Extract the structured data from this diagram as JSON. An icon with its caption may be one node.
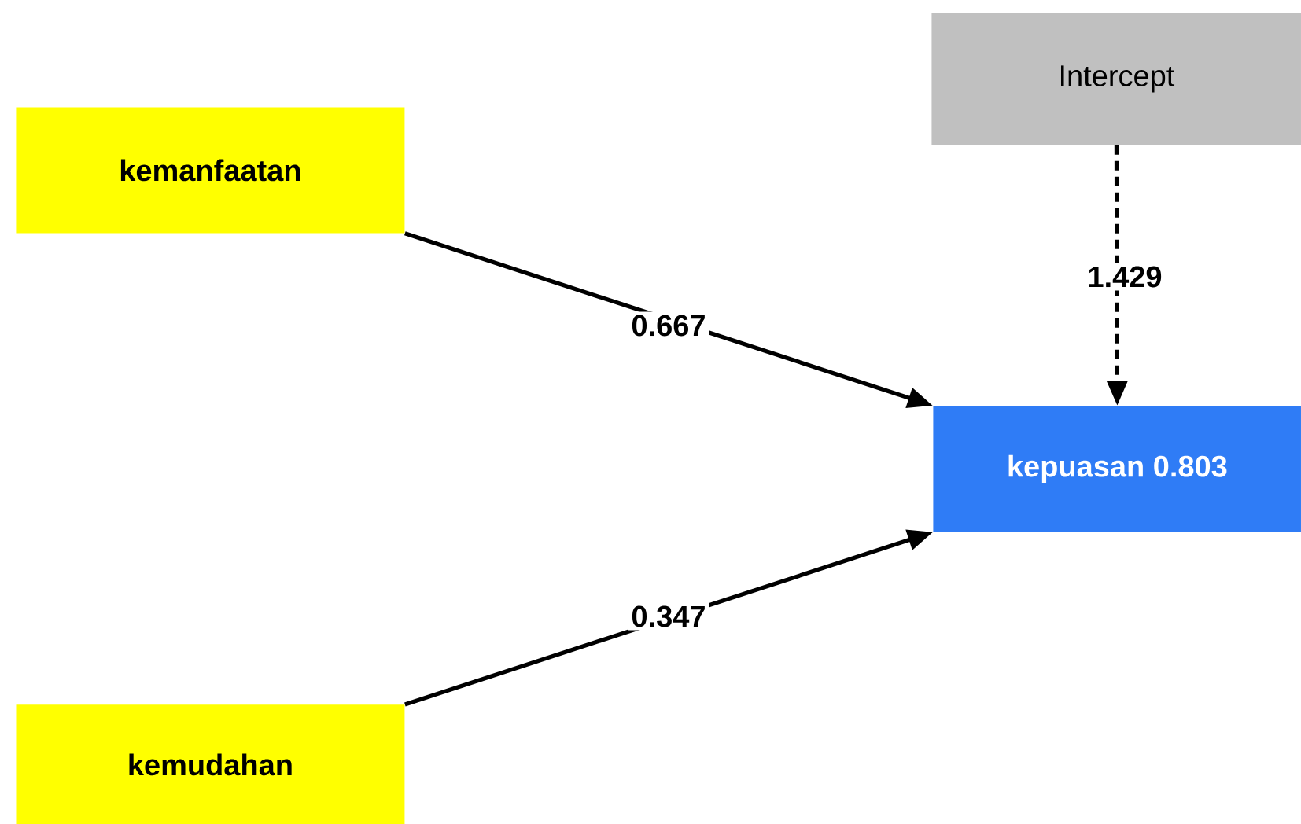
{
  "diagram": {
    "nodes": [
      {
        "text": [
          "kemanfaatan"
        ]
      },
      {
        "text": [
          "kemudahan"
        ]
      },
      {
        "text": [
          "Intercept"
        ]
      },
      {
        "text": [
          "kepuasan 0.803"
        ]
      }
    ],
    "edges": [
      {
        "from": 0,
        "to": 3,
        "arrow": "to",
        "label": "0.667"
      },
      {
        "from": 1,
        "to": 3,
        "arrow": "to",
        "label": "0.347"
      },
      {
        "from": 2,
        "to": 3,
        "arrow": "to",
        "label": "1.429",
        "style": "dashed"
      }
    ]
  }
}
